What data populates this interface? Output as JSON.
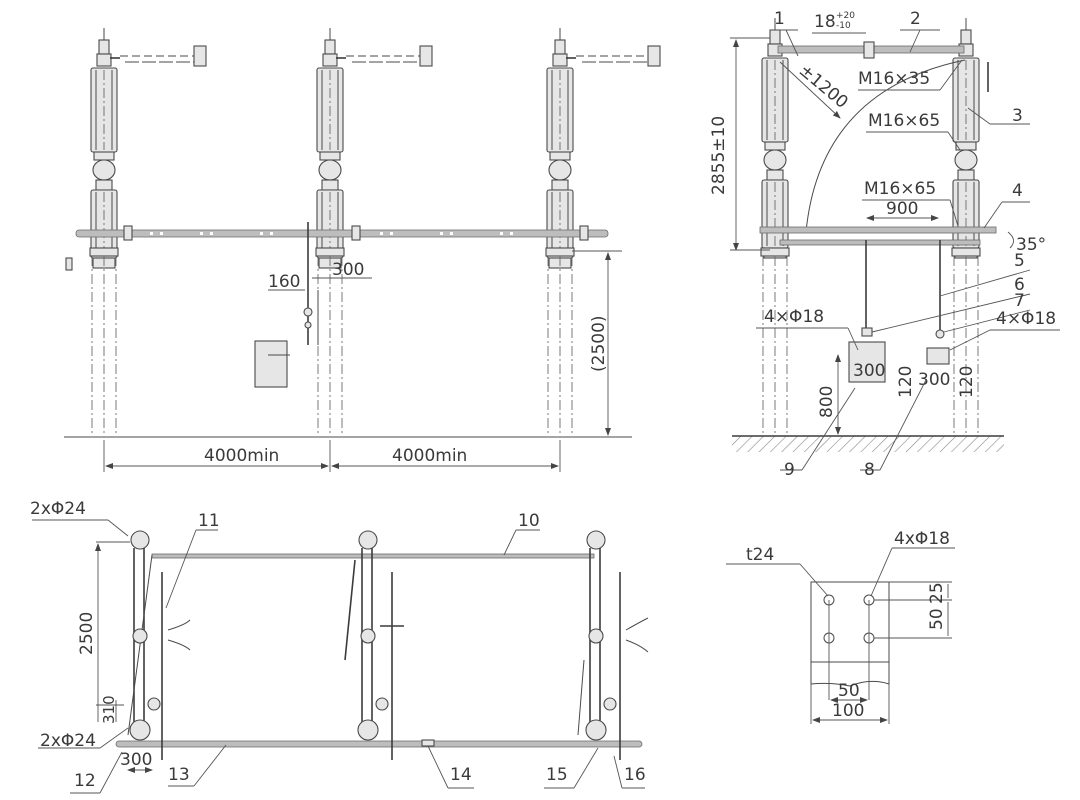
{
  "front_view": {
    "spacing_left": "4000min",
    "spacing_right": "4000min",
    "height_dim": "(2500)",
    "offset_160": "160",
    "offset_300": "300"
  },
  "side_view": {
    "callouts": {
      "c1": "1",
      "c2": "2",
      "c3": "3",
      "c4": "4",
      "c5": "5",
      "c6": "6",
      "c7": "7",
      "c8": "8",
      "c9": "9"
    },
    "tolerance_base": "18",
    "tolerance_upper": "+20",
    "tolerance_lower": "-10",
    "radius": "±1200",
    "bolt_top": "M16×35",
    "bolt_mid": "M16×65",
    "bolt_base": "M16×65",
    "span_900": "900",
    "angle": "35°",
    "overall_height": "2855±10",
    "holes_left": "4×Φ18",
    "holes_right": "4×Φ18",
    "box_width_left": "300",
    "box_width_right": "300",
    "box_h_left": "120",
    "box_h_right": "120",
    "mount_height": "800"
  },
  "plan_view": {
    "callouts": {
      "c10": "10",
      "c11": "11",
      "c12": "12",
      "c13": "13",
      "c14": "14",
      "c15": "15",
      "c16": "16"
    },
    "holes_top": "2xΦ24",
    "holes_bottom": "2xΦ24",
    "length_2500": "2500",
    "dim_310": "310",
    "dim_300": "300"
  },
  "plate_detail": {
    "thickness": "t24",
    "holes": "4xΦ18",
    "v_25": "25",
    "v_50": "50",
    "h_50": "50",
    "h_100": "100"
  }
}
